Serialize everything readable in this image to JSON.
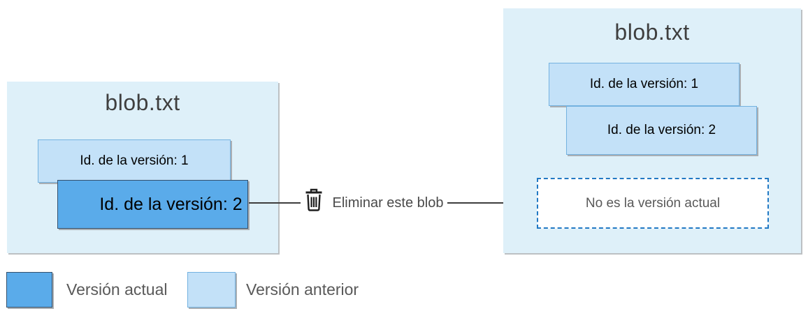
{
  "colors": {
    "container_fill": "#def0f9",
    "container_shadow": "#bcc0c3",
    "previous_fill": "#c3e1f8",
    "previous_border": "#74b2e0",
    "current_fill": "#5aabea",
    "current_border": "#35516d",
    "card_shadow": "#a9aeb3",
    "dashed_border": "#2279c4",
    "connector": "#3d3d3d",
    "title_text": "#3f3f3f",
    "action_text": "#4a4a4a",
    "gray_text": "#595959",
    "trash_icon": "#1f1f1f"
  },
  "left_blob": {
    "title": "blob.txt",
    "version1": "Id. de la versión: 1",
    "version2": "Id. de la versión: 2"
  },
  "action": {
    "label": "Eliminar este blob",
    "icon": "trash-icon"
  },
  "right_blob": {
    "title": "blob.txt",
    "version1": "Id. de la versión: 1",
    "version2": "Id. de la versión: 2",
    "not_current": "No es la versión actual"
  },
  "legend": {
    "current": "Versión actual",
    "previous": "Versión anterior"
  }
}
